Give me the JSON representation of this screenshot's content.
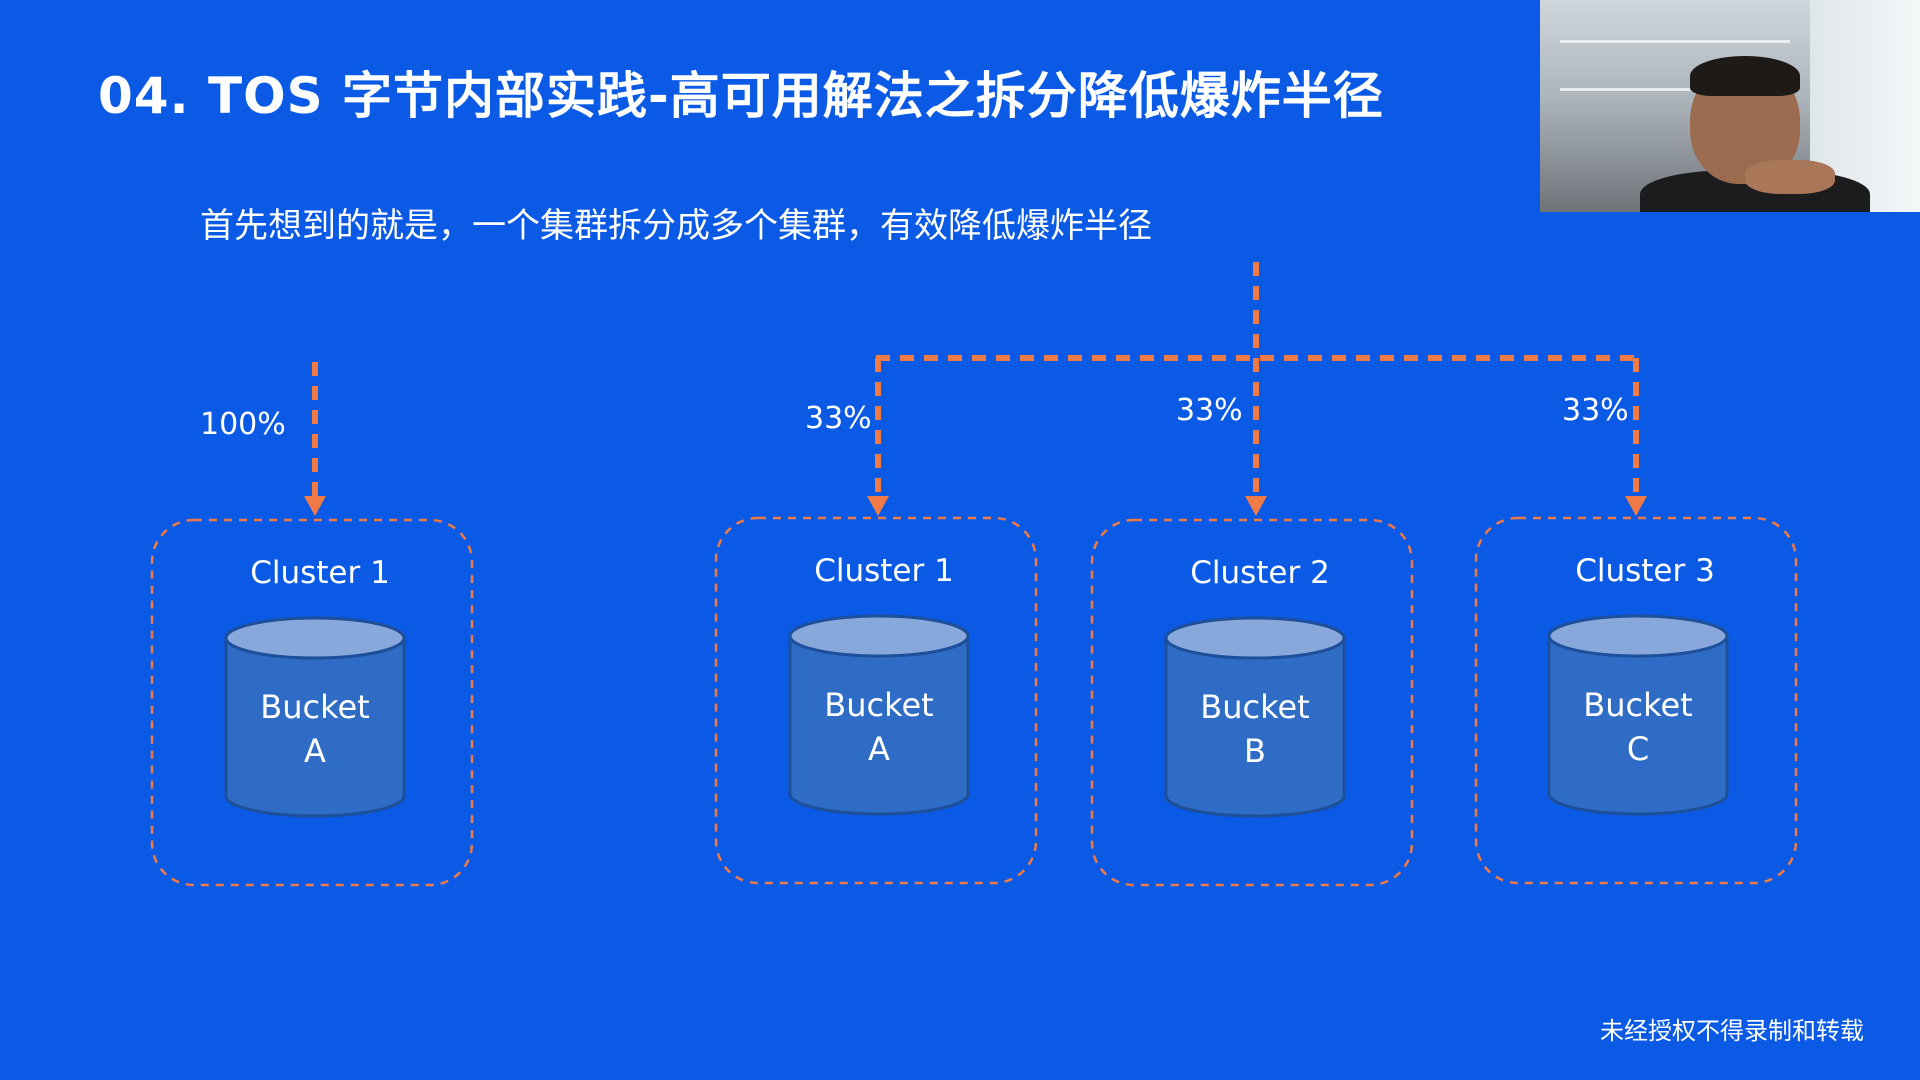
{
  "slide": {
    "title": "04. TOS 字节内部实践-高可用解法之拆分降低爆炸半径",
    "subtitle": "首先想到的就是，一个集群拆分成多个集群，有效降低爆炸半径",
    "watermark": "未经授权不得录制和转载"
  },
  "colors": {
    "background": "#0a5ae6",
    "flow_line": "#f07a45",
    "bucket_body": "#2f6cc5",
    "bucket_top": "#88a8dc"
  },
  "before": {
    "percent": "100%",
    "cluster": {
      "label": "Cluster 1",
      "bucket_line1": "Bucket",
      "bucket_line2": "A"
    }
  },
  "after": {
    "clusters": [
      {
        "percent": "33%",
        "label": "Cluster 1",
        "bucket_line1": "Bucket",
        "bucket_line2": "A"
      },
      {
        "percent": "33%",
        "label": "Cluster 2",
        "bucket_line1": "Bucket",
        "bucket_line2": "B"
      },
      {
        "percent": "33%",
        "label": "Cluster 3",
        "bucket_line1": "Bucket",
        "bucket_line2": "C"
      }
    ]
  },
  "webcam": {
    "icon": "presenter-video-feed"
  }
}
